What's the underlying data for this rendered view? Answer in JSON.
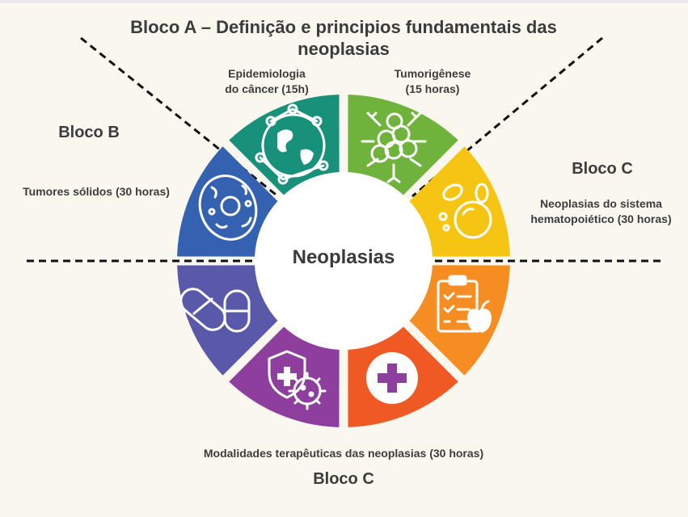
{
  "title": "Bloco A – Definição e principios fundamentais das neoplasias",
  "center": "Neoplasias",
  "blocks": {
    "b": {
      "label": "Bloco B",
      "sub": "Tumores sólidos (30 horas)"
    },
    "c_right": {
      "label": "Bloco C",
      "sub1": "Neoplasias do sistema",
      "sub2": "hematopoiético (30 horas)"
    },
    "c_bottom": {
      "label": "Bloco C",
      "sub": "Modalidades terapêuticas das neoplasias (30 horas)"
    }
  },
  "modules": {
    "epi": {
      "line1": "Epidemiologia",
      "line2": "do câncer (15h)"
    },
    "tumor": {
      "line1": "Tumorigênese",
      "line2": "(15 horas)"
    }
  },
  "segments": [
    {
      "name": "segment-epidemiology",
      "color": "#6fb33c",
      "icon": "globe-network-icon"
    },
    {
      "name": "segment-tumorigenesis",
      "color": "#f6c514",
      "icon": "cell-cluster-icon"
    },
    {
      "name": "segment-hematopoietic",
      "color": "#f58d23",
      "icon": "blood-cells-icon"
    },
    {
      "name": "segment-nutrition",
      "color": "#ef5a24",
      "icon": "clipboard-apple-icon"
    },
    {
      "name": "segment-medical-care",
      "color": "#8e3f9e",
      "icon": "medical-cross-icon"
    },
    {
      "name": "segment-immunotherapy",
      "color": "#5a58a8",
      "icon": "shield-virus-icon"
    },
    {
      "name": "segment-drugs",
      "color": "#3461b0",
      "icon": "capsules-icon"
    },
    {
      "name": "segment-solid-tumors",
      "color": "#17917a",
      "icon": "cell-icon"
    }
  ]
}
